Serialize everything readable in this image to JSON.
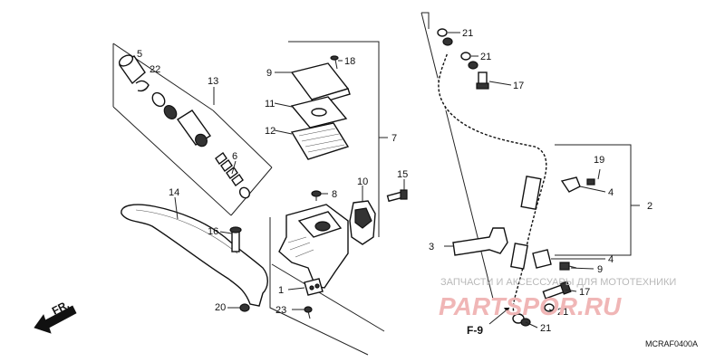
{
  "diagram": {
    "labels": {
      "p1": "1",
      "p2": "2",
      "p3": "3",
      "p4a": "4",
      "p4b": "4",
      "p5": "5",
      "p6": "6",
      "p7": "7",
      "p8": "8",
      "p9a": "9",
      "p9b": "9",
      "p10": "10",
      "p11": "11",
      "p12": "12",
      "p13": "13",
      "p14": "14",
      "p15": "15",
      "p16": "16",
      "p17a": "17",
      "p17b": "17",
      "p18": "18",
      "p19": "19",
      "p20": "20",
      "p21a": "21",
      "p21b": "21",
      "p21c": "21",
      "p21d": "21",
      "p22": "22",
      "p23": "23"
    },
    "fr_arrow": "FR.",
    "ref_f9": "F-9",
    "figure_code": "MCRAF0400A",
    "watermark_top": "ЗАПЧАСТИ И АКСЕССУАРЫ ДЛЯ МОТОТЕХНИКИ",
    "watermark_logo": "PARTSPOR.RU"
  }
}
